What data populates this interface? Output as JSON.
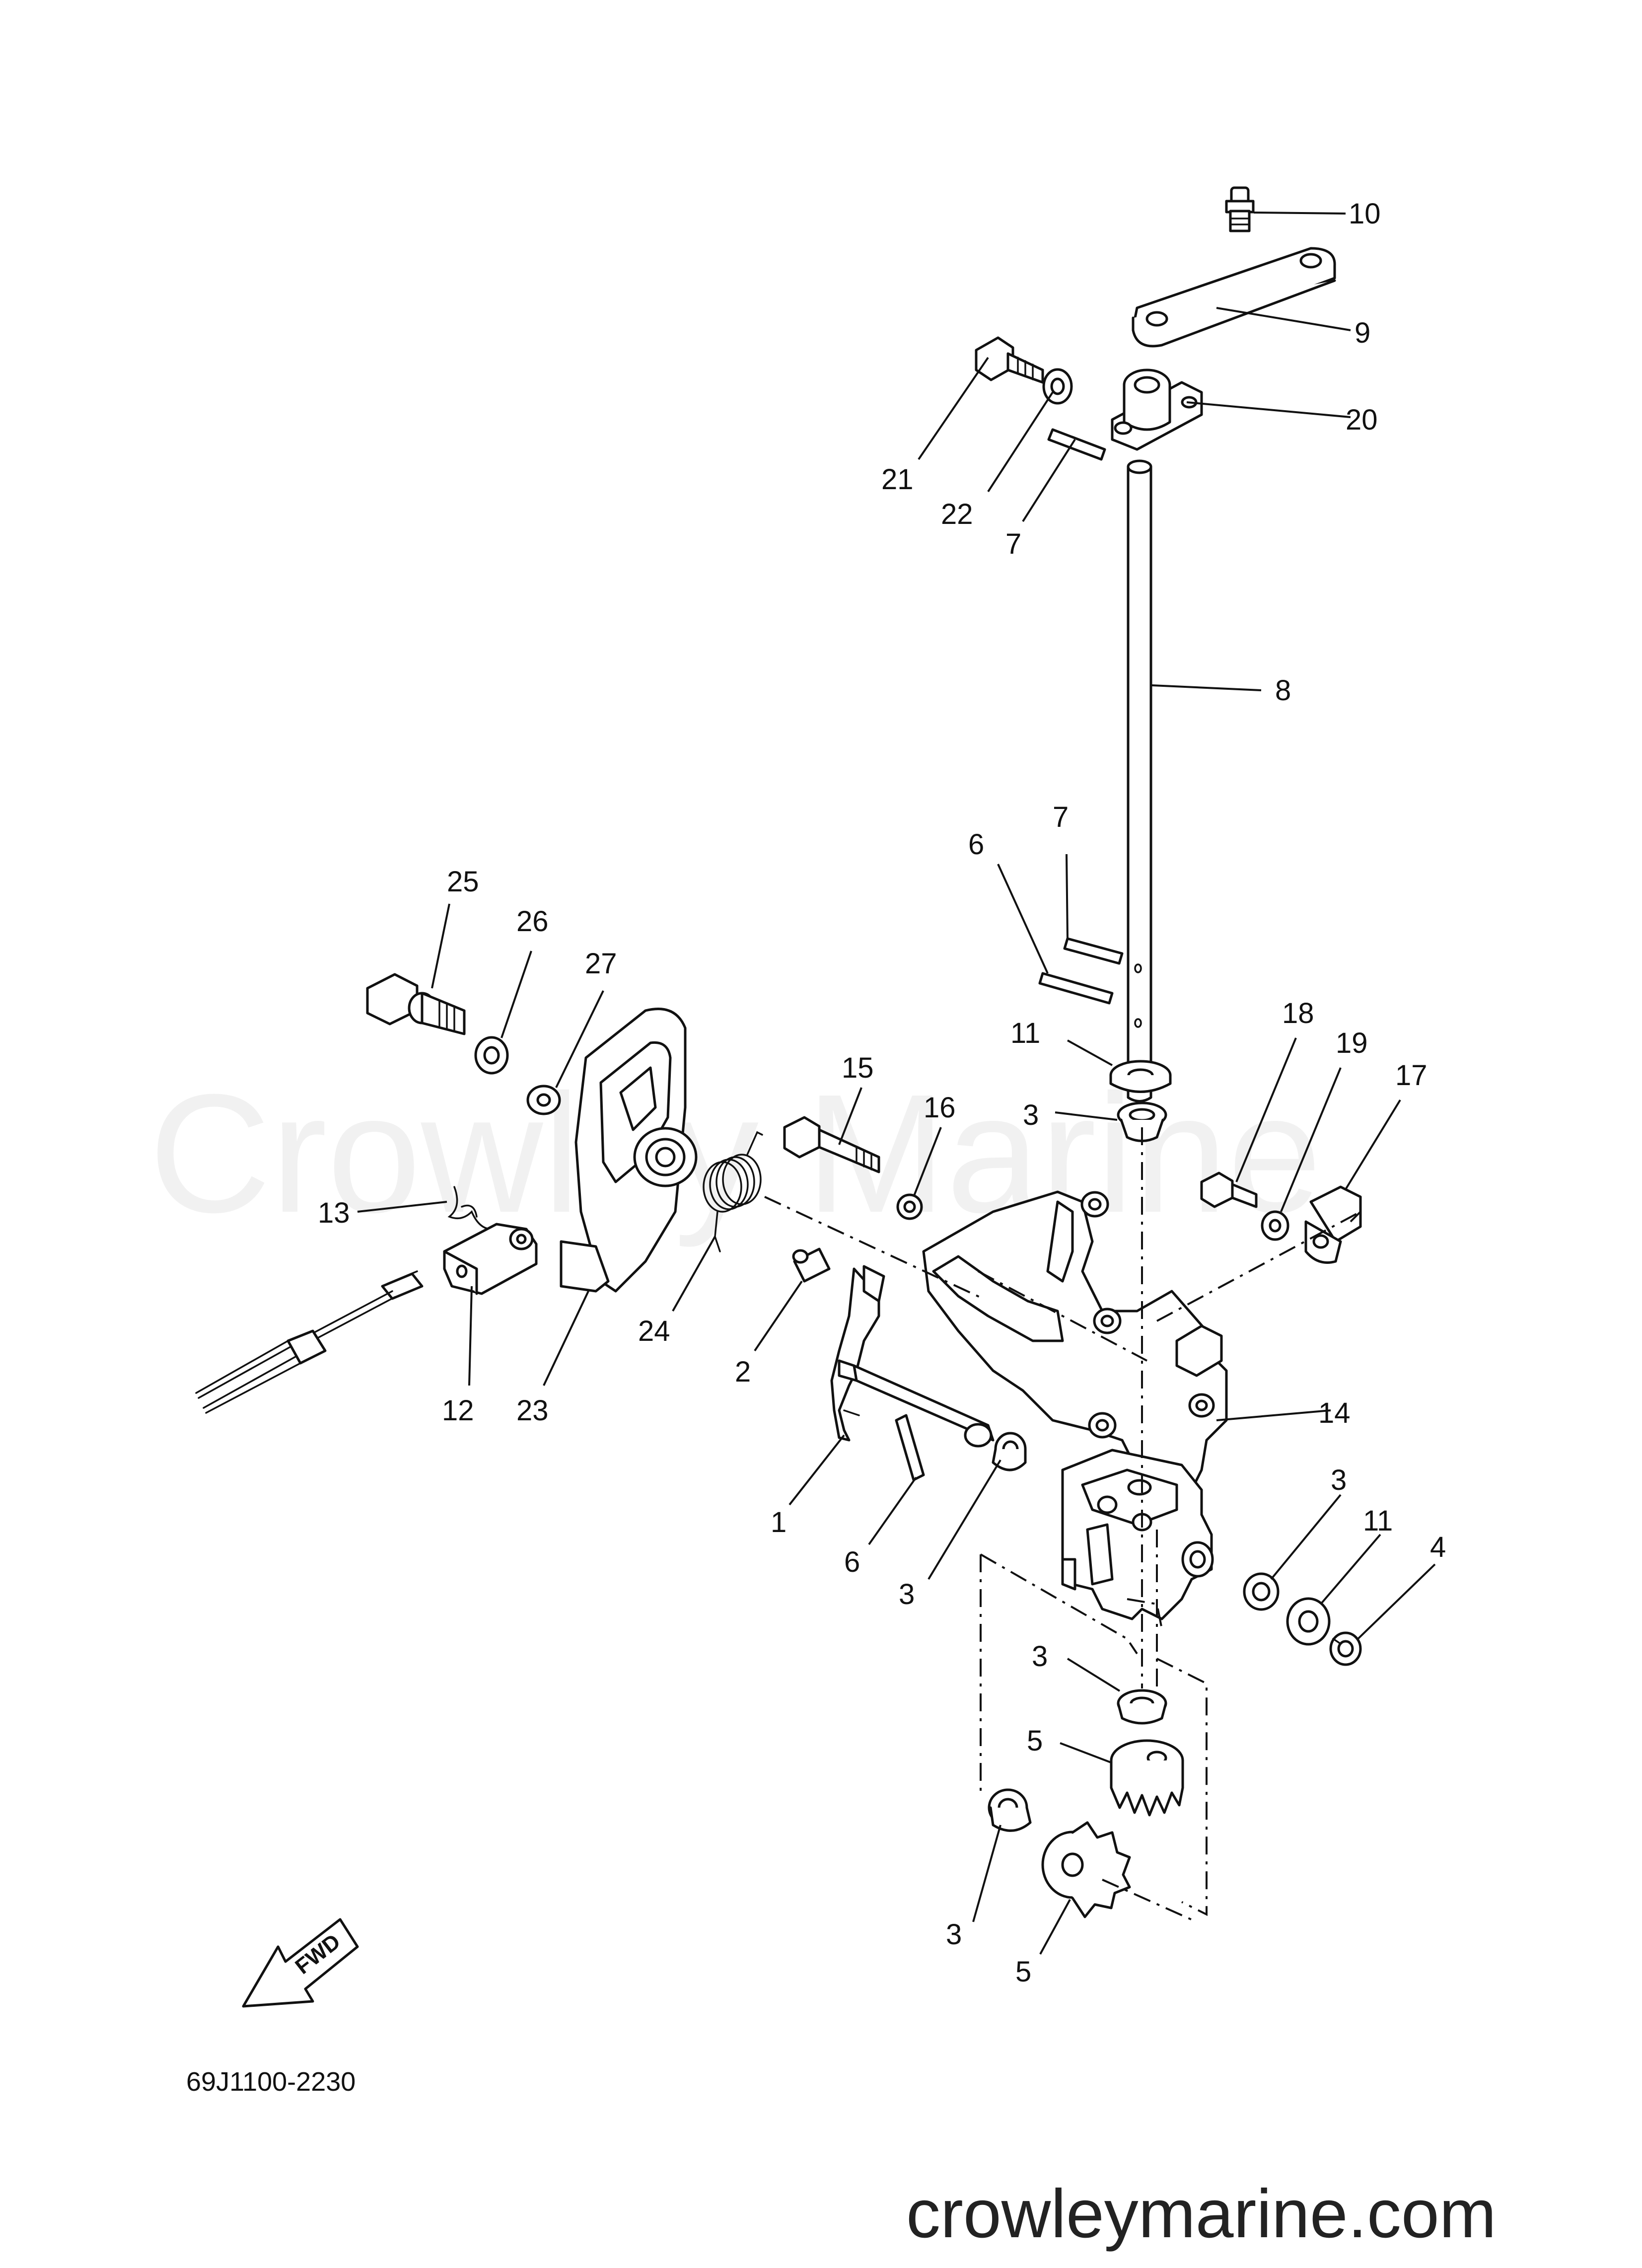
{
  "diagram": {
    "code": "69J1100-2230",
    "watermark": "Crowley Marine",
    "footer": "crowleymarine.com",
    "direction_label": "FWD",
    "callouts": [
      {
        "id": "c10",
        "label": "10"
      },
      {
        "id": "c9",
        "label": "9"
      },
      {
        "id": "c20",
        "label": "20"
      },
      {
        "id": "c21",
        "label": "21"
      },
      {
        "id": "c22",
        "label": "22"
      },
      {
        "id": "c7a",
        "label": "7"
      },
      {
        "id": "c8",
        "label": "8"
      },
      {
        "id": "c7b",
        "label": "7"
      },
      {
        "id": "c6a",
        "label": "6"
      },
      {
        "id": "c25",
        "label": "25"
      },
      {
        "id": "c26",
        "label": "26"
      },
      {
        "id": "c27",
        "label": "27"
      },
      {
        "id": "c11a",
        "label": "11"
      },
      {
        "id": "c18",
        "label": "18"
      },
      {
        "id": "c19",
        "label": "19"
      },
      {
        "id": "c17",
        "label": "17"
      },
      {
        "id": "c3a",
        "label": "3"
      },
      {
        "id": "c15",
        "label": "15"
      },
      {
        "id": "c16",
        "label": "16"
      },
      {
        "id": "c13",
        "label": "13"
      },
      {
        "id": "c24",
        "label": "24"
      },
      {
        "id": "c2",
        "label": "2"
      },
      {
        "id": "c12",
        "label": "12"
      },
      {
        "id": "c23",
        "label": "23"
      },
      {
        "id": "c14",
        "label": "14"
      },
      {
        "id": "c1",
        "label": "1"
      },
      {
        "id": "c6b",
        "label": "6"
      },
      {
        "id": "c3b",
        "label": "3"
      },
      {
        "id": "c3c",
        "label": "3"
      },
      {
        "id": "c11b",
        "label": "11"
      },
      {
        "id": "c4",
        "label": "4"
      },
      {
        "id": "c3d",
        "label": "3"
      },
      {
        "id": "c5a",
        "label": "5"
      },
      {
        "id": "c3e",
        "label": "3"
      },
      {
        "id": "c5b",
        "label": "5"
      }
    ]
  }
}
